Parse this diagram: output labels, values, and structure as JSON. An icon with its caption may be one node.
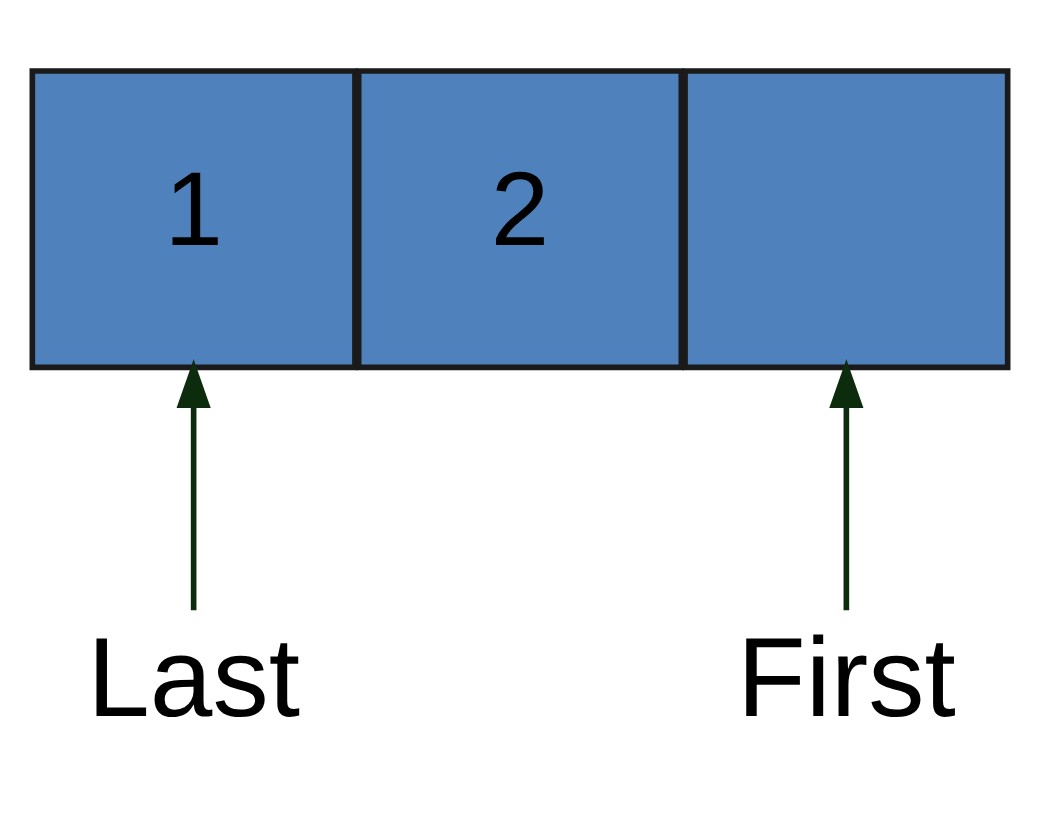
{
  "diagram": {
    "nodes": [
      {
        "text": [
          "1"
        ]
      },
      {
        "text": [
          "2"
        ]
      },
      {
        "text": [],
        "shape": "box"
      },
      {
        "text": [
          "Last"
        ]
      },
      {
        "text": [
          "First"
        ]
      }
    ],
    "edges": [
      {
        "from": 3,
        "to": 0,
        "arrow": "to"
      },
      {
        "from": 4,
        "to": 2,
        "arrow": "to"
      }
    ]
  }
}
